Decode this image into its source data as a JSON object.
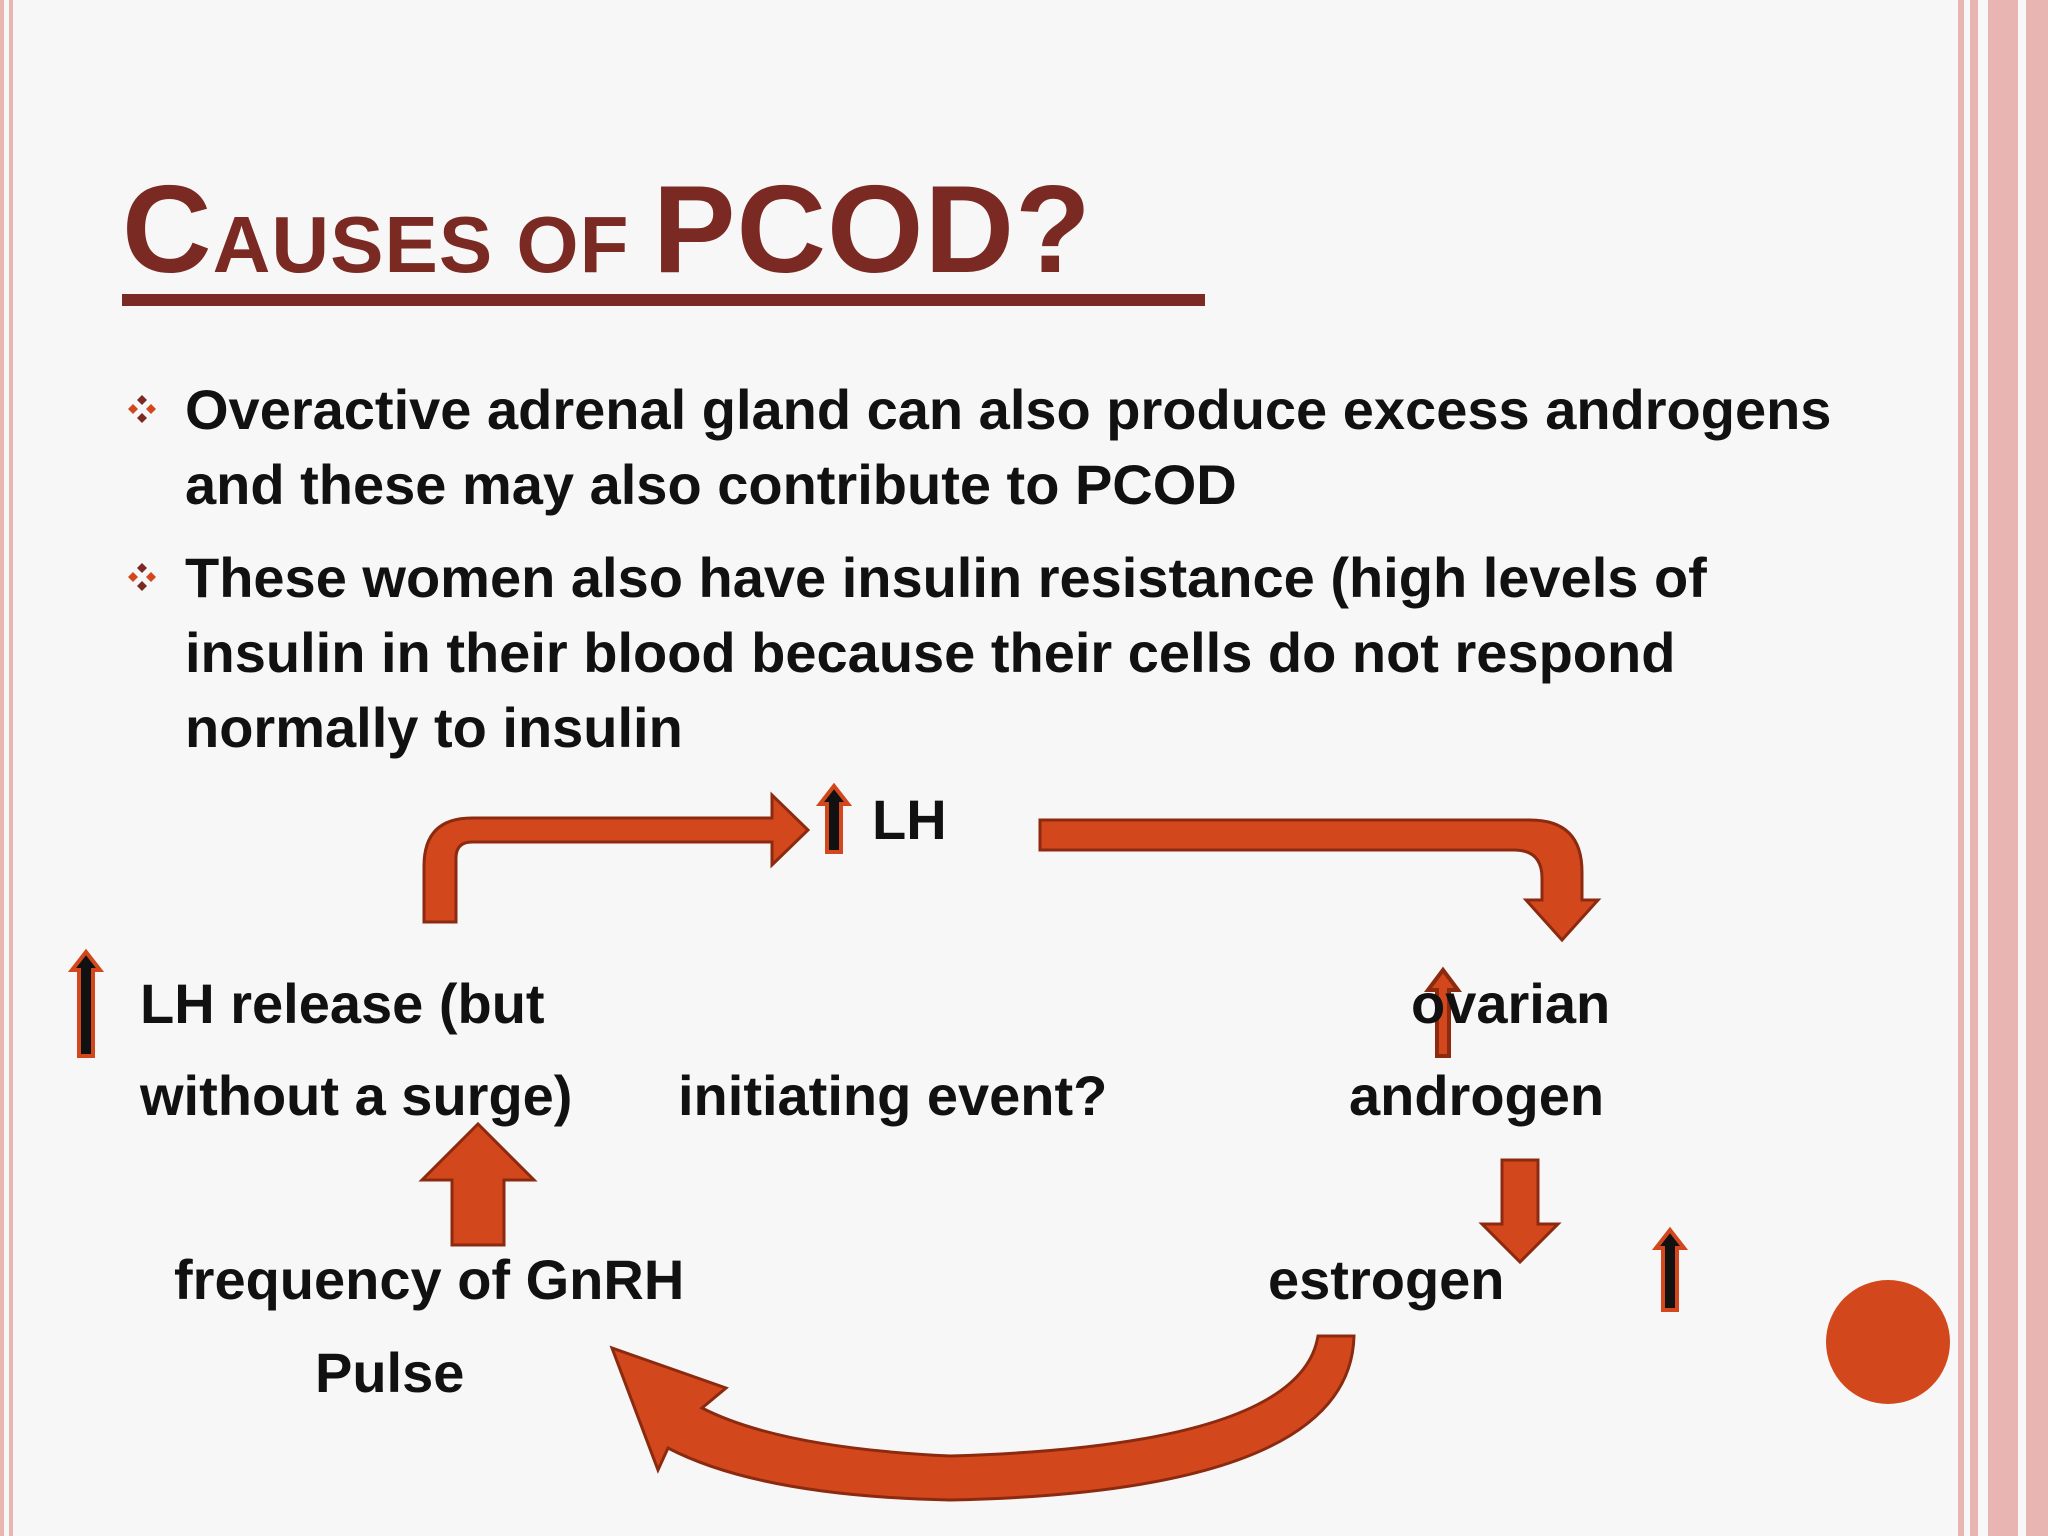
{
  "slide": {
    "title_first_cap": "C",
    "title_rest_smallcaps": "AUSES OF ",
    "title_tail": "PCOD?",
    "bullets": [
      "Overactive adrenal gland can also produce excess androgens and these may also contribute to PCOD",
      "These women also have insulin resistance (high levels of insulin in their blood because their cells do not respond normally to insulin"
    ],
    "bullet_icon": "four-diamond-bullet-icon"
  },
  "diagram": {
    "lh": "LH",
    "lh_release_line1": "LH release (but",
    "lh_release_line2": "without a surge)",
    "initiating_event": "initiating  event?",
    "ovarian": "ovarian",
    "androgen": "androgen",
    "frequency": "frequency of GnRH",
    "pulse": "Pulse",
    "estrogen": "estrogen",
    "icons": [
      "up-arrow-icon",
      "curved-arrow-icon",
      "down-arrow-icon",
      "circle-decoration"
    ]
  },
  "colors": {
    "title": "#7a2a22",
    "arrow": "#d2481c",
    "border": "#e9b5b3",
    "text": "#111111"
  }
}
